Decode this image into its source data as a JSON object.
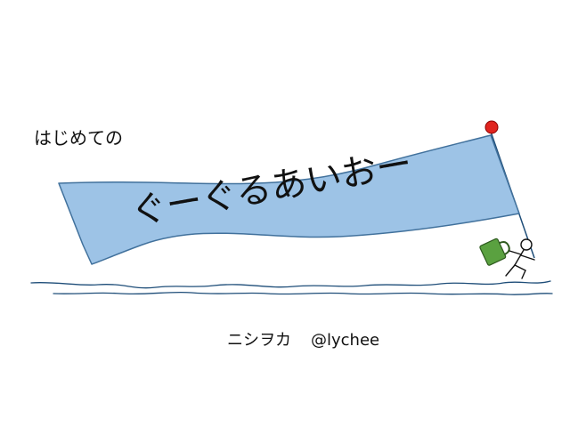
{
  "slide": {
    "pre_title": "はじめての",
    "banner_title": "ぐーぐるあいおー",
    "author_name": "ニシヲカ",
    "author_handle": "@lychee"
  },
  "colors": {
    "background": "#ffffff",
    "banner_fill": "#9dc3e6",
    "banner_stroke": "#41719c",
    "flag_ball": "#e0241f",
    "cup": "#5aa140",
    "ground_line": "#1f4e79",
    "text": "#111111"
  },
  "icons": {
    "flag_pole_ball": "red-ball",
    "figure": "stick-figure",
    "cup": "green-mug"
  }
}
